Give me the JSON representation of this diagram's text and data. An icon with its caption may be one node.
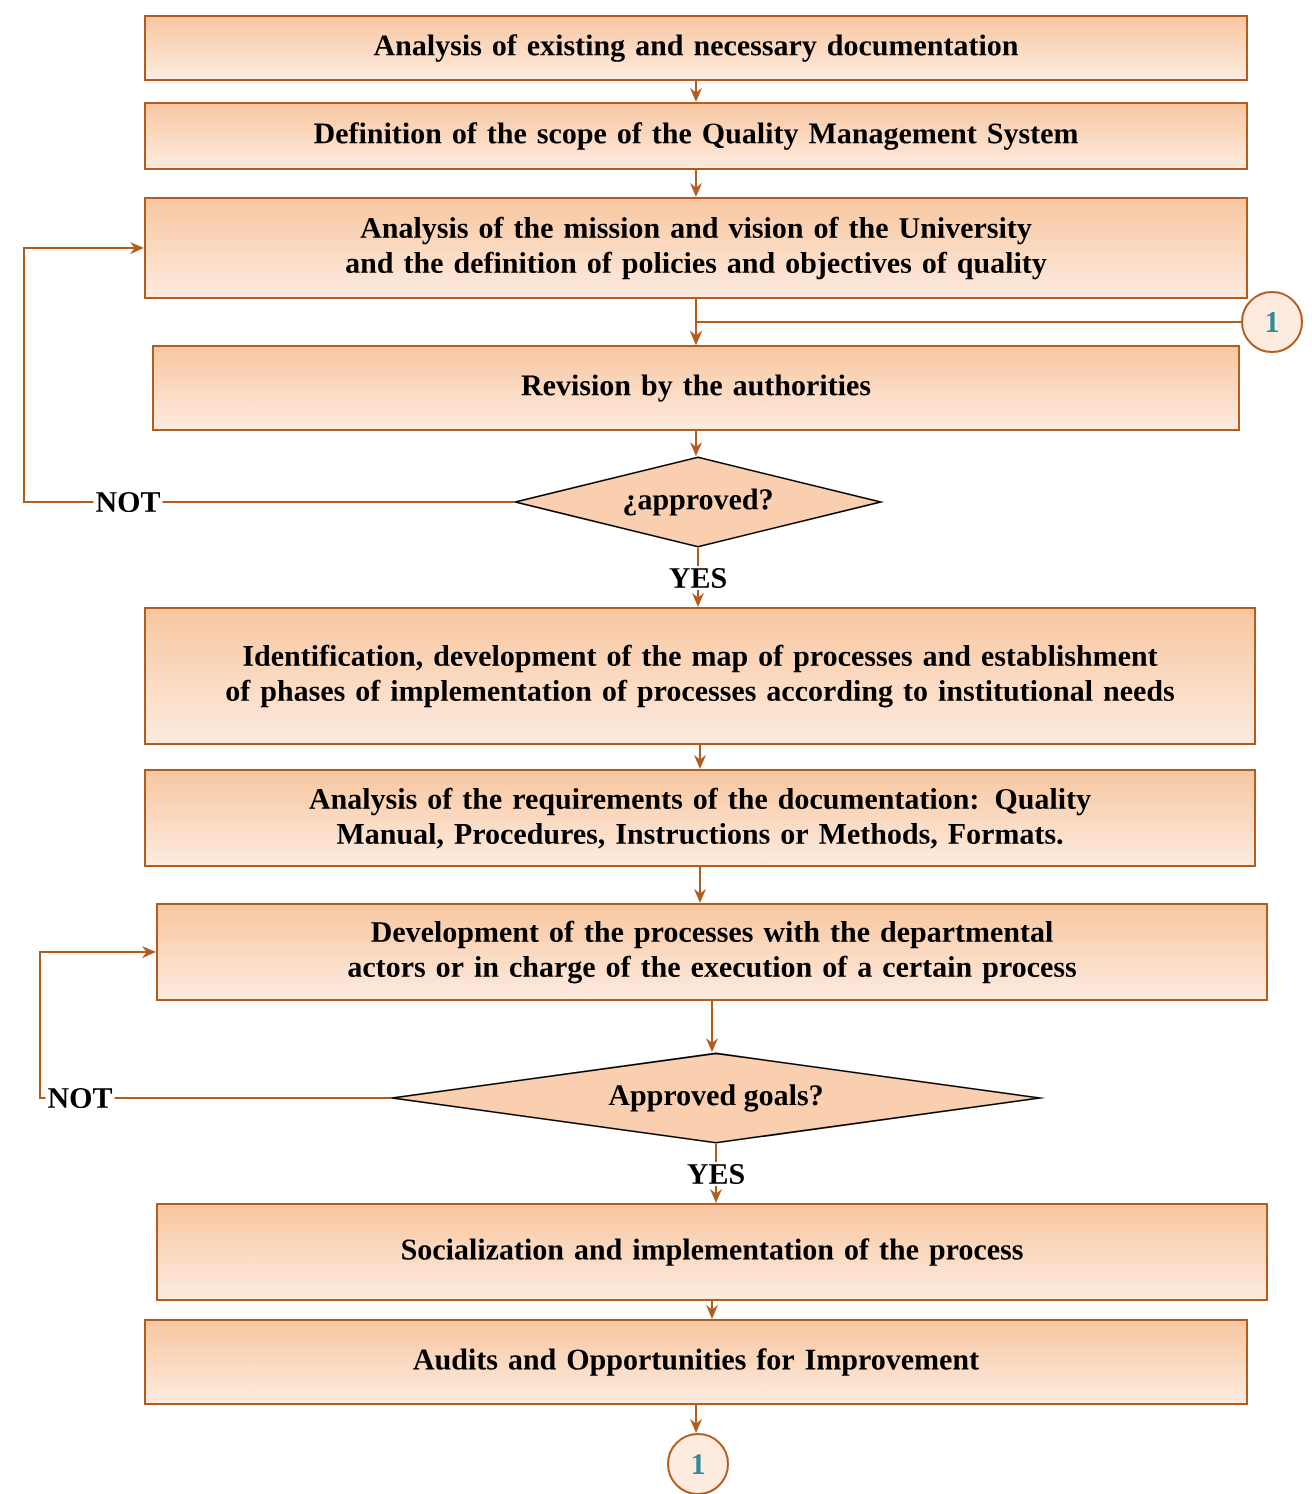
{
  "diagram": {
    "nodes": [
      {
        "text": [
          "Analysis of existing and necessary documentation"
        ]
      },
      {
        "text": [
          "Definition of the scope of the Quality Management System"
        ]
      },
      {
        "text": [
          "Analysis of the mission and vision of the University and the definition of policies and objectives of quality"
        ]
      },
      {
        "text": [
          "1"
        ]
      },
      {
        "text": [
          "Revision by the authorities"
        ]
      },
      {
        "text": [
          "¿approved?"
        ]
      },
      {
        "text": [
          "Identification, development of the map of processes and establishment of phases of implementation of processes according to institutional needs"
        ]
      },
      {
        "text": [
          "Analysis of the requirements of the documentation: Quality Manual, Procedures, Instructions or Methods, Formats."
        ]
      },
      {
        "text": [
          "Development of the processes with the departmental actors or in charge of the execution of a certain process"
        ]
      },
      {
        "text": [
          "Approved goals?"
        ]
      },
      {
        "text": [
          "Socialization and implementation of the process"
        ]
      },
      {
        "text": [
          "Audits and Opportunities for Improvement"
        ]
      },
      {
        "text": [
          "1"
        ]
      }
    ],
    "edges": [
      {
        "from": 0,
        "to": 1,
        "arrow": "to"
      },
      {
        "from": 1,
        "to": 2,
        "arrow": "to"
      },
      {
        "from": 2,
        "to": 4,
        "arrow": "to"
      },
      {
        "from": 3,
        "to": 4,
        "arrow": "to"
      },
      {
        "from": 4,
        "to": 5,
        "arrow": "to"
      },
      {
        "from": 5,
        "to": 2,
        "arrow": "to",
        "label": "NOT"
      },
      {
        "from": 5,
        "to": 6,
        "arrow": "to",
        "label": "YES"
      },
      {
        "from": 6,
        "to": 7,
        "arrow": "to"
      },
      {
        "from": 7,
        "to": 8,
        "arrow": "to"
      },
      {
        "from": 8,
        "to": 9,
        "arrow": "to"
      },
      {
        "from": 9,
        "to": 8,
        "arrow": "to",
        "label": "NOT"
      },
      {
        "from": 9,
        "to": 10,
        "arrow": "to",
        "label": "YES"
      },
      {
        "from": 10,
        "to": 11,
        "arrow": "to"
      },
      {
        "from": 11,
        "to": 12,
        "arrow": "to"
      }
    ]
  }
}
